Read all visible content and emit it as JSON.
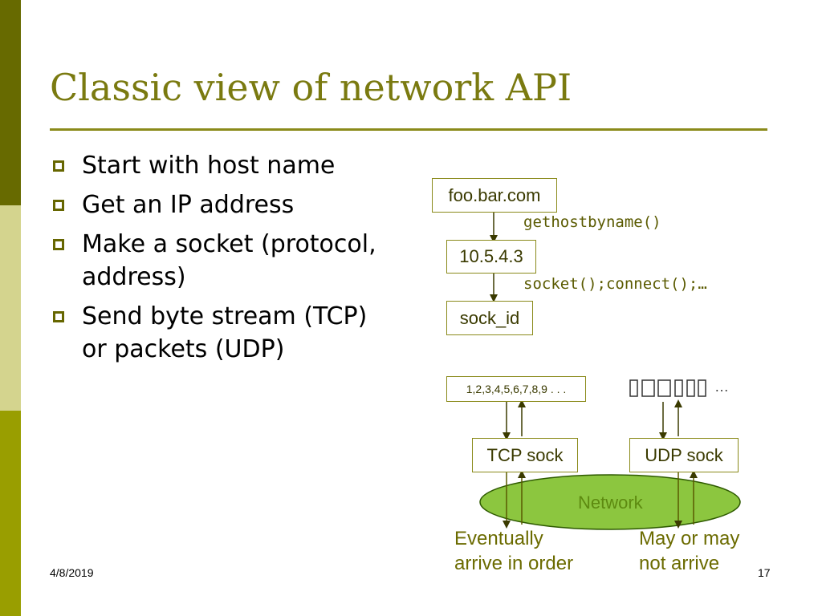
{
  "slide": {
    "title": "Classic view of network API",
    "date": "4/8/2019",
    "page_number": "17"
  },
  "bullets": [
    "Start with host name",
    "Get an IP address",
    "Make a socket (protocol, address)",
    "Send byte stream (TCP) or packets (UDP)"
  ],
  "diagram": {
    "host_box": "foo.bar.com",
    "call_1": "gethostbyname()",
    "ip_box": "10.5.4.3",
    "call_2": "socket();connect();…",
    "sock_box": "sock_id",
    "stream_box": "1,2,3,4,5,6,7,8,9 . . .",
    "packets_ellipsis": "…",
    "tcp_box": "TCP sock",
    "udp_box": "UDP sock",
    "network_label": "Network",
    "tcp_note_line1": "Eventually",
    "tcp_note_line2": "arrive in order",
    "udp_note_line1": "May or may",
    "udp_note_line2": "not arrive"
  },
  "colors": {
    "accent_dark": "#676a00",
    "accent_light": "#d4d48e",
    "accent_mid": "#999e00",
    "network_fill": "#8cc63f"
  }
}
